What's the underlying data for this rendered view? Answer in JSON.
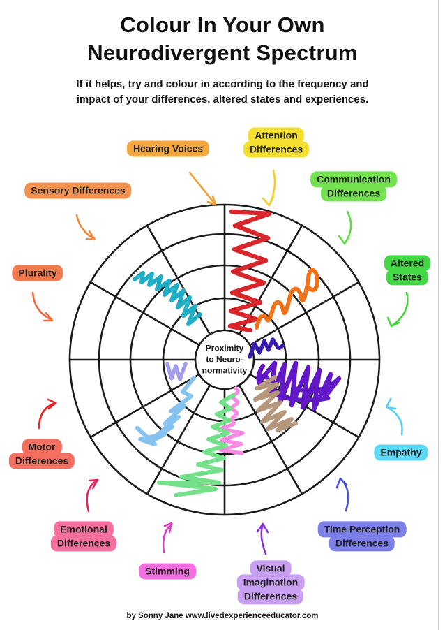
{
  "page": {
    "title_line1": "Colour In Your Own",
    "title_line2": "Neurodivergent Spectrum",
    "subtitle_line1": "If it helps, try and colour in according to the frequency and",
    "subtitle_line2": "impact of your differences, altered states and experiences.",
    "footer": "by Sonny Jane www.livedexperienceeducator.com"
  },
  "center": {
    "lines": [
      "Proximity",
      "to Neuro-",
      "normativity"
    ]
  },
  "wheel": {
    "rings": 4,
    "sectors": 12,
    "line_color": "#1b1b1b"
  },
  "labels": [
    {
      "name": "attention-differences",
      "lines": [
        "Attention",
        "Differences"
      ],
      "bg": "#F5DF2E",
      "arrow": "#F2CE2C"
    },
    {
      "name": "communication-differences",
      "lines": [
        "Communication",
        "Differences"
      ],
      "bg": "#74E24E",
      "arrow": "#5FDC42"
    },
    {
      "name": "altered-states",
      "lines": [
        "Altered",
        "States"
      ],
      "bg": "#45D846",
      "arrow": "#44D33E"
    },
    {
      "name": "empathy",
      "lines": [
        "Empathy"
      ],
      "bg": "#5CD9F7",
      "arrow": "#55D0F5"
    },
    {
      "name": "time-perception-differences",
      "lines": [
        "Time Perception",
        "Differences"
      ],
      "bg": "#7C80E8",
      "arrow": "#4A55E0"
    },
    {
      "name": "visual-imagination-differences",
      "lines": [
        "Visual",
        "Imagination",
        "Differences"
      ],
      "bg": "#C9A0F1",
      "arrow": "#8B2FD6"
    },
    {
      "name": "stimming",
      "lines": [
        "Stimming"
      ],
      "bg": "#F56FE3",
      "arrow": "#E33BC7"
    },
    {
      "name": "emotional-differences",
      "lines": [
        "Emotional",
        "Differences"
      ],
      "bg": "#F56F9F",
      "arrow": "#E8255F"
    },
    {
      "name": "motor-differences",
      "lines": [
        "Motor",
        "Differences"
      ],
      "bg": "#F37061",
      "arrow": "#E62222"
    },
    {
      "name": "plurality",
      "lines": [
        "Plurality"
      ],
      "bg": "#F37A50",
      "arrow": "#EF6A3C"
    },
    {
      "name": "sensory-differences",
      "lines": [
        "Sensory Differences"
      ],
      "bg": "#F2914E",
      "arrow": "#EF8A3A"
    },
    {
      "name": "hearing-voices",
      "lines": [
        "Hearing Voices"
      ],
      "bg": "#F3A73E",
      "arrow": "#F0A033"
    }
  ],
  "scribbles": {
    "attention": "#D8262B",
    "communication": "#F07118",
    "altered_states": "#3A1CB0",
    "empathy": "#6318C8",
    "time_perception": "#B5977B",
    "visual_imagination": "#F98BE4",
    "stimming": "#74E089",
    "emotional": "#85C2F0",
    "motor": "#A29BEE",
    "sensory": "#1FAEC6"
  }
}
